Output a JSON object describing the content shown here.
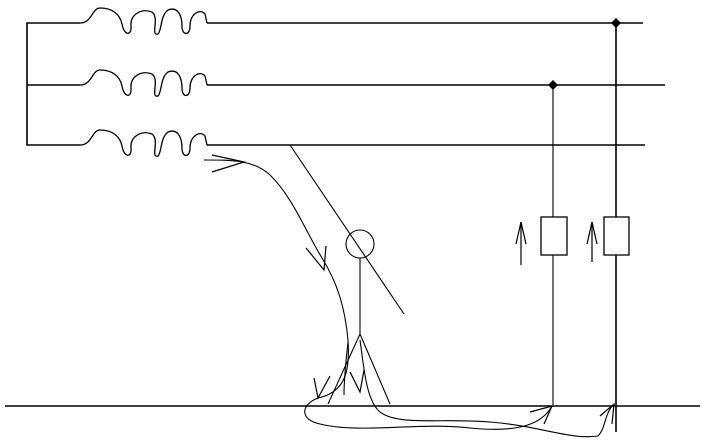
{
  "diagram": {
    "title": "",
    "colors": {
      "line": "#000000",
      "background": "#ffffff"
    },
    "elements": {
      "transformer_windings": 3,
      "phase_conductors": 3,
      "phase_loads": 2,
      "person": 1,
      "fault_current_paths": 3
    }
  }
}
